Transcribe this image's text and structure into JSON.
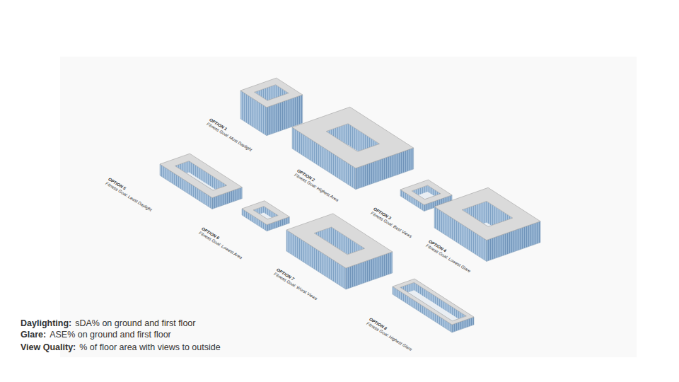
{
  "diagram": {
    "labels": [
      "OPTION 1",
      "Fitness Goal: Most Daylight",
      "OPTION 2",
      "Fitness Goal: Highest Area",
      "OPTION 3",
      "Fitness Goal: Best Views",
      "OPTION 4",
      "Fitness Goal: Lowest Glare",
      "OPTION 5",
      "Fitness Goal: Least Daylight",
      "OPTION 6",
      "Fitness Goal: Lowest Area",
      "OPTION 7",
      "Fitness Goal: Worst Views",
      "OPTION 8",
      "Fitness Goal: Highest Glare",
      "Daylighting:",
      "sDA% on ground and first floor",
      "Glare:",
      "ASE% on ground and first floor",
      "View Quality:",
      "% of floor area with views to outside"
    ]
  }
}
